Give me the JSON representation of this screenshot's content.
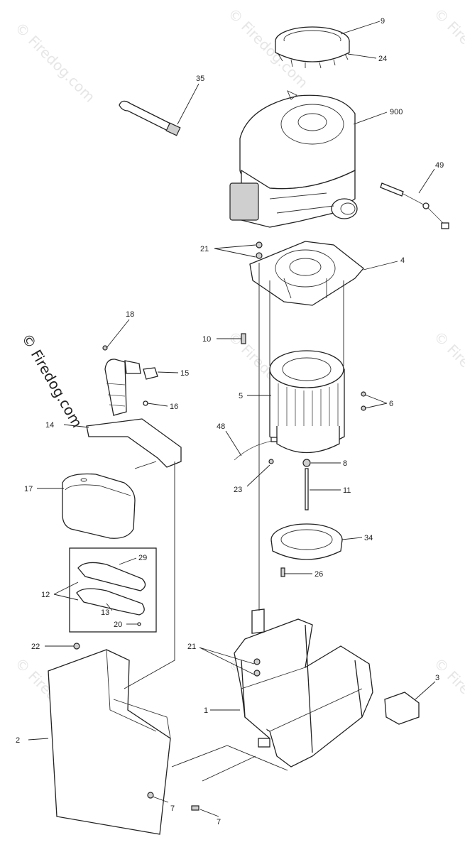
{
  "watermark": {
    "side_text": "© Firedog.com",
    "tile_text": "© Firedog.com"
  },
  "labels": {
    "p9": "9",
    "p24": "24",
    "p35": "35",
    "p900": "900",
    "p49": "49",
    "p21a": "21",
    "p4": "4",
    "p18": "18",
    "p10": "10",
    "p15": "15",
    "p5": "5",
    "p6": "6",
    "p16": "16",
    "p14": "14",
    "p48": "48",
    "p8": "8",
    "p23": "23",
    "p11": "11",
    "p17": "17",
    "p34": "34",
    "p29": "29",
    "p12": "12",
    "p13": "13",
    "p20": "20",
    "p26": "26",
    "p22": "22",
    "p21b": "21",
    "p3": "3",
    "p1": "1",
    "p2": "2",
    "p7": "7",
    "p7b": "7"
  }
}
